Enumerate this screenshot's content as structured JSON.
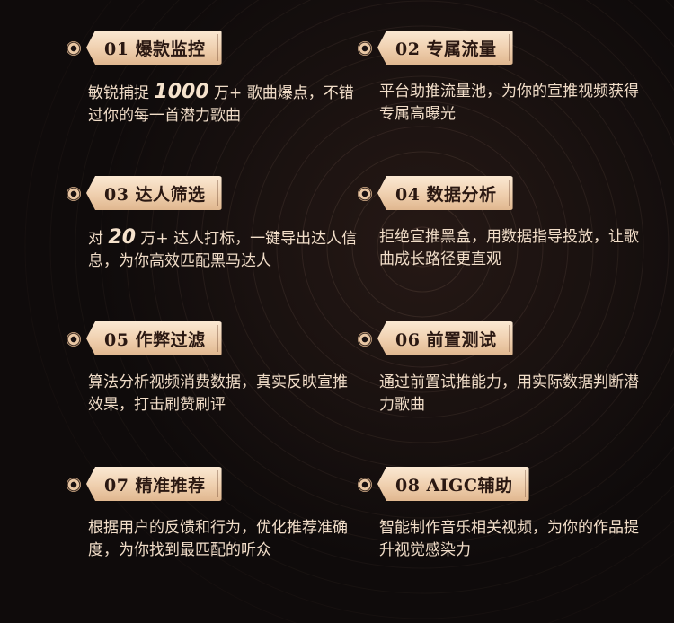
{
  "colors": {
    "background": "#0f0b0b",
    "badge_gradient_top": "#fbe9d3",
    "badge_gradient_bottom": "#e0b78f",
    "badge_text": "#2a1812",
    "description_text": "#f1ddc8"
  },
  "features": [
    {
      "label": "01 爆款监控",
      "desc_before": "敏锐捕捉 ",
      "desc_highlight": "1000",
      "desc_after": " 万+ 歌曲爆点，不错过你的每一首潜力歌曲"
    },
    {
      "label": "02 专属流量",
      "desc_before": "平台助推流量池，为你的宣推视频获得专属高曝光",
      "desc_highlight": "",
      "desc_after": ""
    },
    {
      "label": "03 达人筛选",
      "desc_before": "对 ",
      "desc_highlight": "20",
      "desc_after": " 万+ 达人打标，一键导出达人信息，为你高效匹配黑马达人"
    },
    {
      "label": "04 数据分析",
      "desc_before": "拒绝宣推黑盒，用数据指导投放，让歌曲成长路径更直观",
      "desc_highlight": "",
      "desc_after": ""
    },
    {
      "label": "05 作弊过滤",
      "desc_before": "算法分析视频消费数据，真实反映宣推效果，打击刷赞刷评",
      "desc_highlight": "",
      "desc_after": ""
    },
    {
      "label": "06 前置测试",
      "desc_before": "通过前置试推能力，用实际数据判断潜力歌曲",
      "desc_highlight": "",
      "desc_after": ""
    },
    {
      "label": "07 精准推荐",
      "desc_before": "根据用户的反馈和行为，优化推荐准确度，为你找到最匹配的听众",
      "desc_highlight": "",
      "desc_after": ""
    },
    {
      "label": "08 AIGC辅助",
      "desc_before": "智能制作音乐相关视频，为你的作品提升视觉感染力",
      "desc_highlight": "",
      "desc_after": ""
    }
  ]
}
